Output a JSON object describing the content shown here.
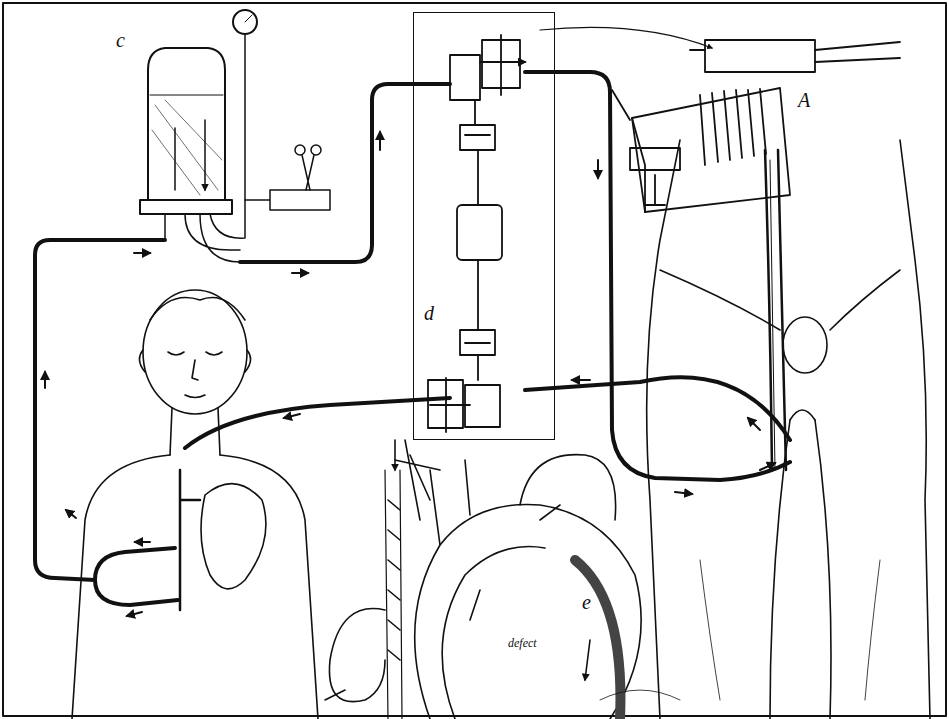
{
  "diagram": {
    "nodes": [
      {
        "text": [
          "d"
        ]
      }
    ],
    "labels": [
      "c",
      "A",
      "e",
      "defect"
    ]
  }
}
